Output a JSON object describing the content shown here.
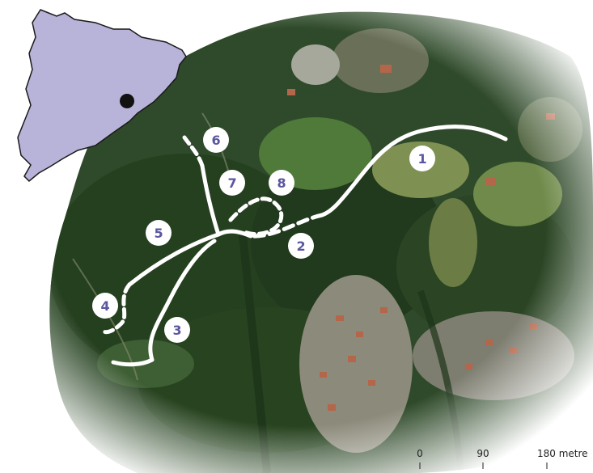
{
  "map": {
    "markers": [
      {
        "label": "1"
      },
      {
        "label": "2"
      },
      {
        "label": "3"
      },
      {
        "label": "4"
      },
      {
        "label": "5"
      },
      {
        "label": "6"
      },
      {
        "label": "7"
      },
      {
        "label": "8"
      }
    ],
    "marker_colors": {
      "fill": "#ffffff",
      "text": "#5a56a0"
    },
    "route_color": "#ffffff",
    "inset_fill": "#b7b3d9"
  },
  "scale": {
    "ticks": [
      "0",
      "90",
      "180 metre"
    ]
  }
}
